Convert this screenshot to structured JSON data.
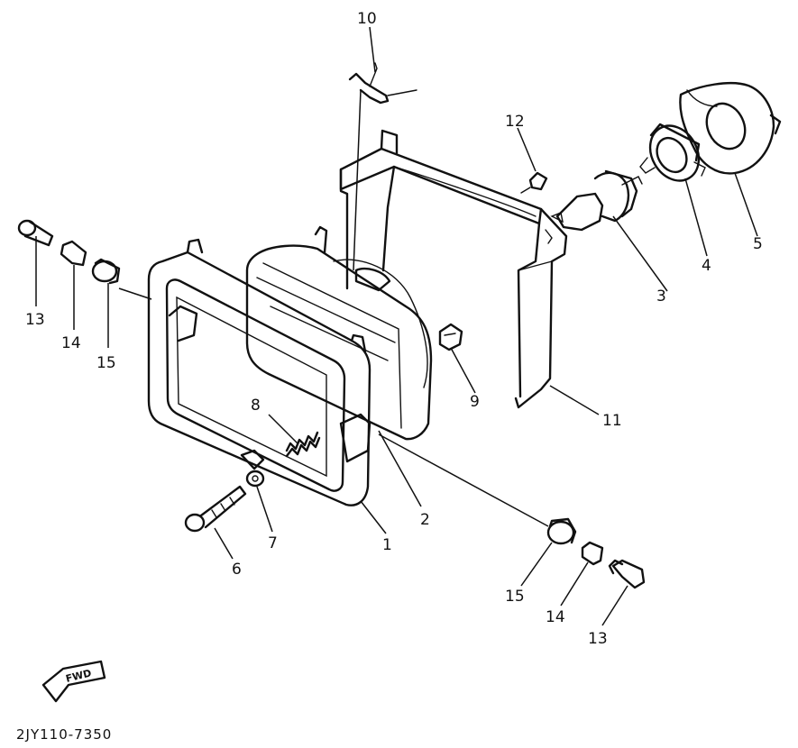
{
  "parts": [
    {
      "id": "part-1",
      "number": "1"
    },
    {
      "id": "part-2",
      "number": "2"
    },
    {
      "id": "part-3",
      "number": "3"
    },
    {
      "id": "part-4",
      "number": "4"
    },
    {
      "id": "part-5",
      "number": "5"
    },
    {
      "id": "part-6",
      "number": "6"
    },
    {
      "id": "part-7",
      "number": "7"
    },
    {
      "id": "part-8",
      "number": "8"
    },
    {
      "id": "part-9",
      "number": "9"
    },
    {
      "id": "part-10",
      "number": "10"
    },
    {
      "id": "part-11",
      "number": "11"
    },
    {
      "id": "part-12",
      "number": "12"
    },
    {
      "id": "part-13-left",
      "number": "13"
    },
    {
      "id": "part-14-left",
      "number": "14"
    },
    {
      "id": "part-15-left",
      "number": "15"
    },
    {
      "id": "part-13-right",
      "number": "13"
    },
    {
      "id": "part-14-right",
      "number": "14"
    },
    {
      "id": "part-15-right",
      "number": "15"
    }
  ],
  "fwd_label": "FWD",
  "drawing_code": "2JY110-7350"
}
